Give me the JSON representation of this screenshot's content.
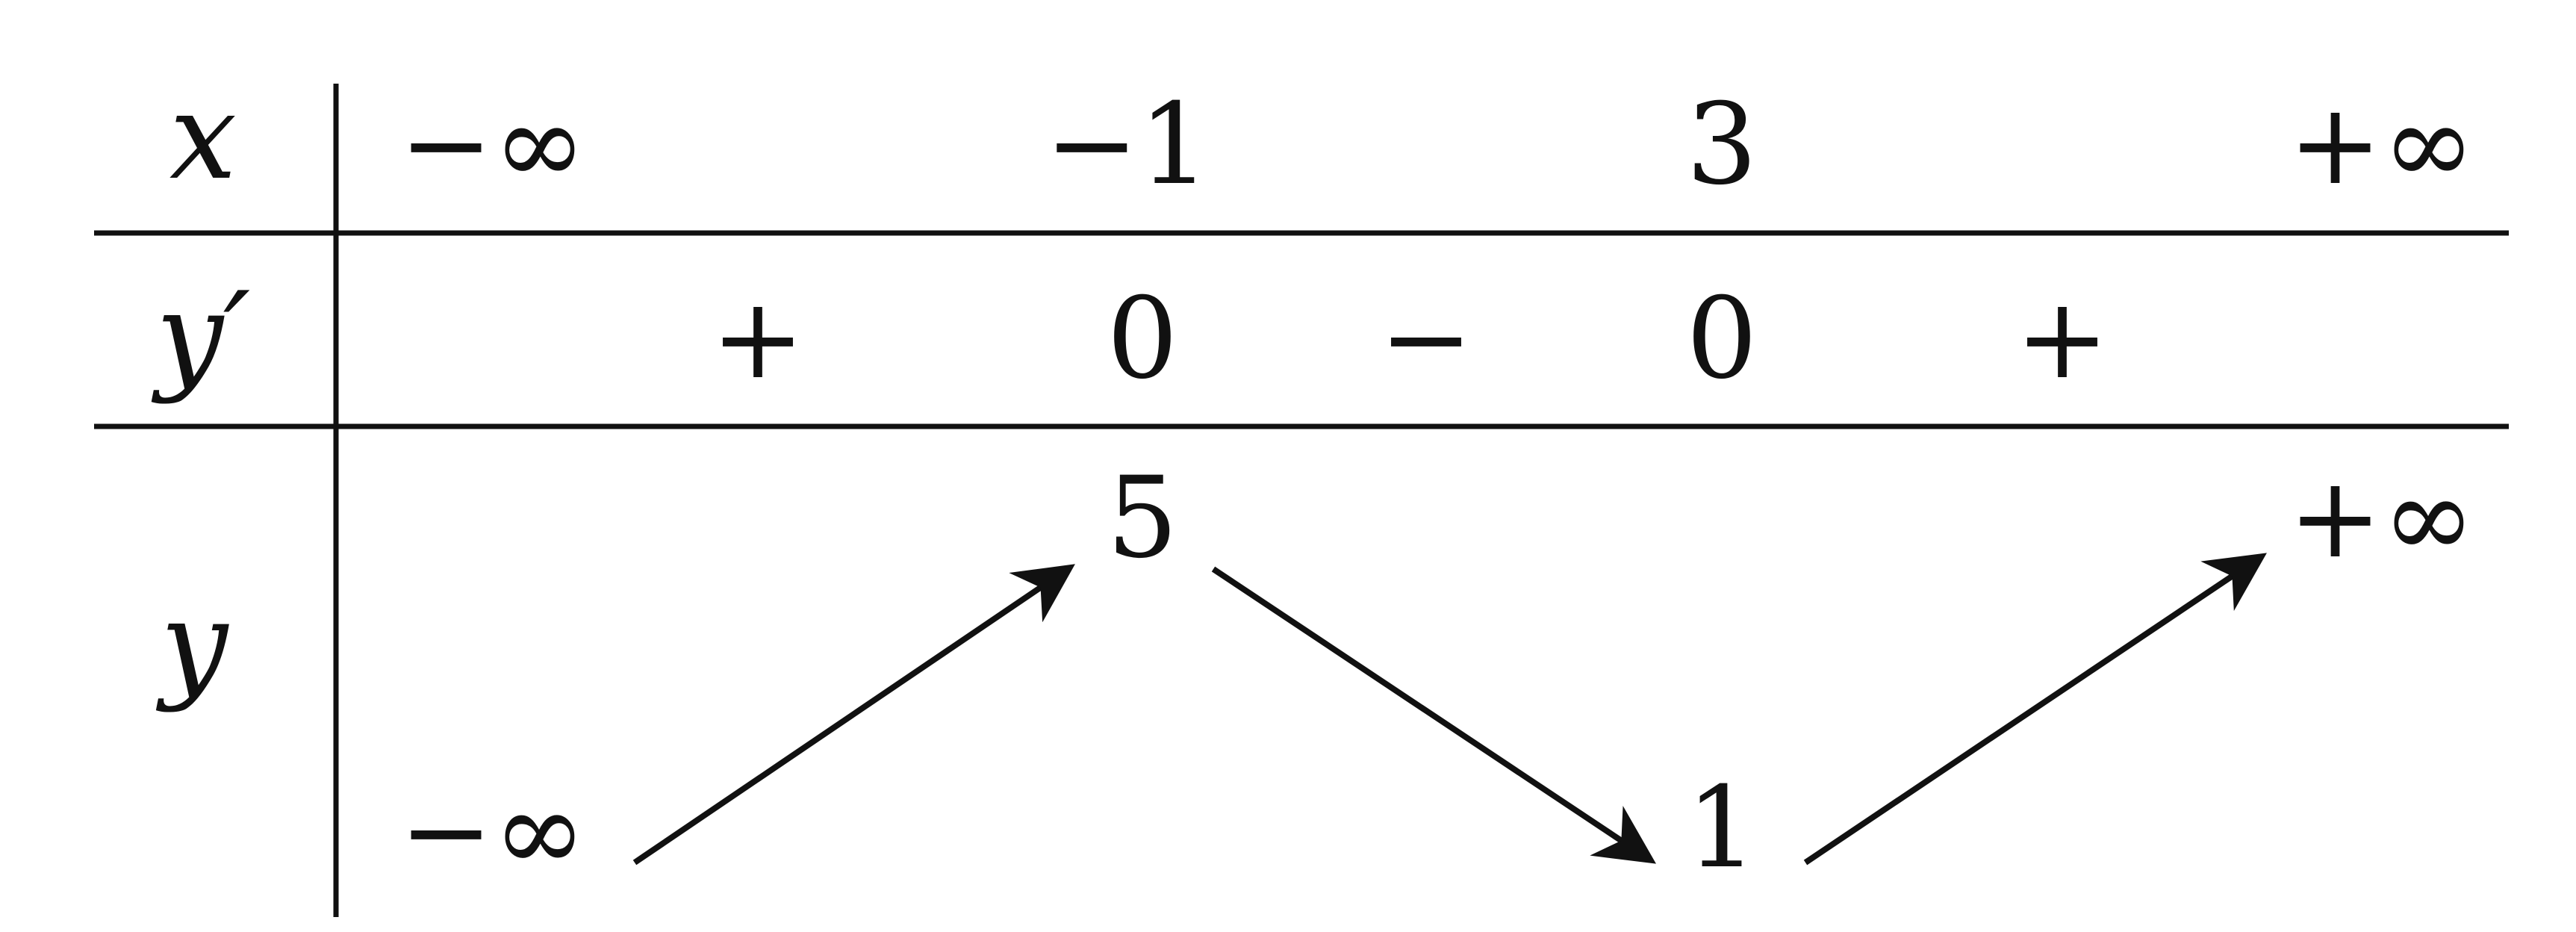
{
  "table": {
    "row_labels": {
      "x": "x",
      "y_prime": "y′",
      "y": "y"
    },
    "x_values": [
      "−∞",
      "−1",
      "3",
      "+∞"
    ],
    "derivative_signs": [
      "+",
      "0",
      "−",
      "0",
      "+"
    ],
    "y_values": {
      "start": "−∞",
      "local_max": "5",
      "local_min": "1",
      "end": "+∞"
    },
    "arrows": [
      {
        "from": "−∞",
        "to": "5",
        "direction": "up"
      },
      {
        "from": "5",
        "to": "1",
        "direction": "down"
      },
      {
        "from": "1",
        "to": "+∞",
        "direction": "up"
      }
    ],
    "color": "#111111"
  }
}
